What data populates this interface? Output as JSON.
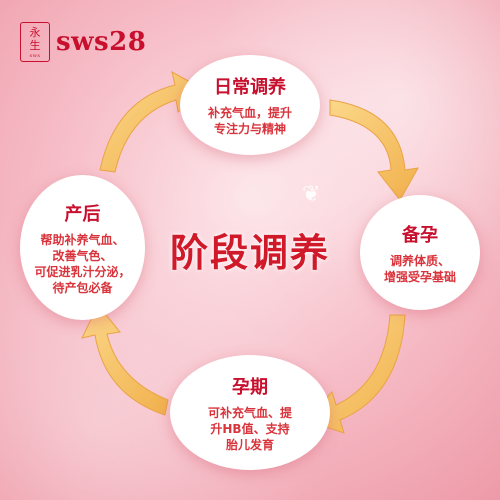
{
  "brand": {
    "seal_text_1": "永",
    "seal_text_2": "生",
    "seal_small": "sws",
    "logo": "sws28"
  },
  "center_title": "阶段调养",
  "stages": {
    "top": {
      "title": "日常调养",
      "lines": [
        "补充气血，提升",
        "专注力与精神"
      ]
    },
    "right": {
      "title": "备孕",
      "lines": [
        "调养体质、",
        "增强受孕基础"
      ]
    },
    "bottom": {
      "title": "孕期",
      "lines": [
        "可补充气血、提",
        "升HB值、支持",
        "胎儿发育"
      ]
    },
    "left": {
      "title": "产后",
      "lines": [
        "帮助补养气血、",
        "改善气色、",
        "可促进乳汁分泌，",
        "待产包必备"
      ]
    }
  },
  "colors": {
    "accent": "#c8102e",
    "arrow": "#f7c46a",
    "background": "#f7c1cb"
  },
  "icons": {
    "decoration": "butterfly-icon",
    "arrows": "cycle-arrow-icon"
  }
}
